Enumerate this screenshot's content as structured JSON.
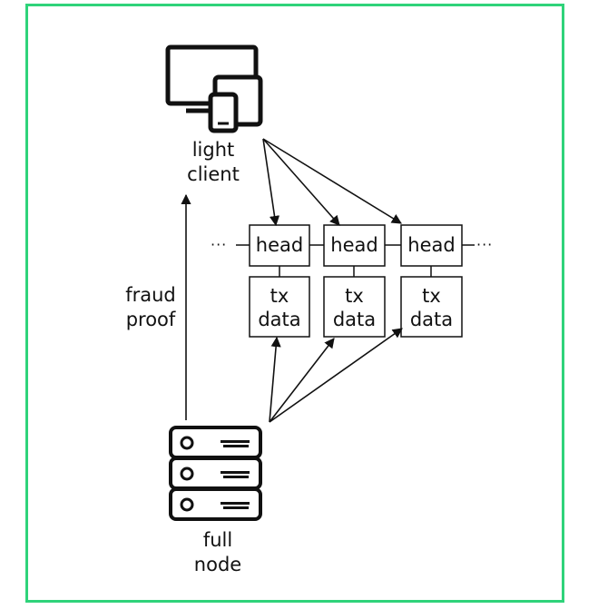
{
  "diagram": {
    "light_client_label": "light\nclient",
    "full_node_label": "full\nnode",
    "fraud_proof_label": "fraud\nproof",
    "head_label": "head",
    "tx_data_label": "tx\ndata",
    "ellipsis": "···",
    "border_color": "#2fd37a",
    "icons": [
      "devices-icon",
      "server-rack-icon"
    ]
  }
}
